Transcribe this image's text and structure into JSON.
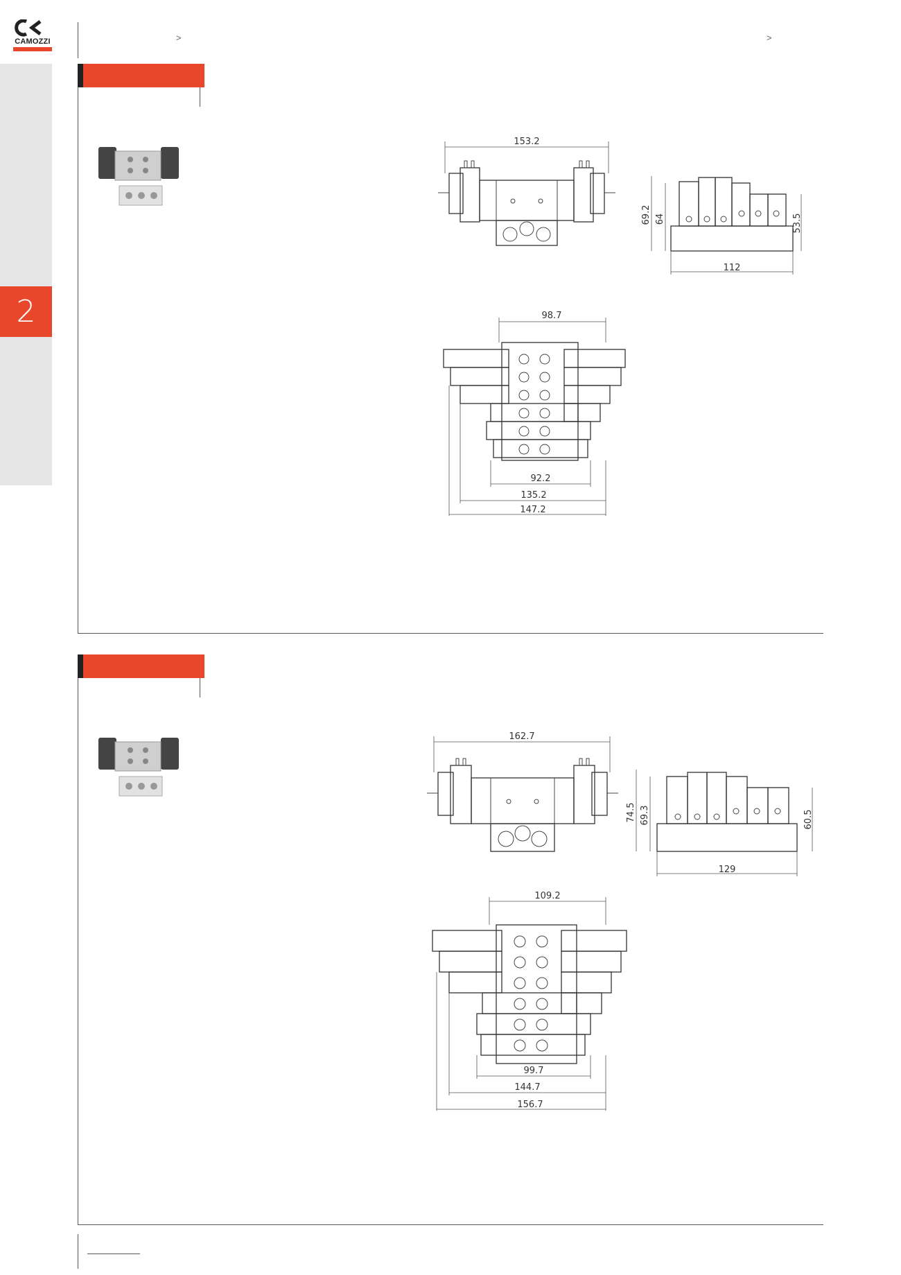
{
  "header": {
    "brand": "CAMOZZI",
    "crumb_left": ">",
    "crumb_right": ">"
  },
  "sidebar": {
    "chapter_number": "2"
  },
  "sections": [
    {
      "dims": {
        "front_width": "153.2",
        "side_height_total": "69.2",
        "side_height_body": "64",
        "side_height_right": "53.5",
        "side_width": "112",
        "top_width": "98.7",
        "bottom_1": "92.2",
        "bottom_2": "135.2",
        "bottom_3": "147.2"
      }
    },
    {
      "dims": {
        "front_width": "162.7",
        "side_height_total": "74.5",
        "side_height_body": "69.3",
        "side_height_right": "60.5",
        "side_width": "129",
        "top_width": "109.2",
        "bottom_1": "99.7",
        "bottom_2": "144.7",
        "bottom_3": "156.7"
      }
    }
  ],
  "colors": {
    "accent": "#e8472c",
    "sidebar": "#e6e6e6"
  }
}
